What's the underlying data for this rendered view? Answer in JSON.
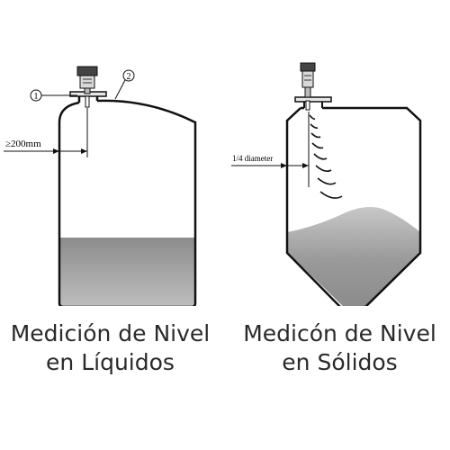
{
  "liquid_diagram": {
    "marker_1": "1",
    "marker_2": "2",
    "distance_label": "≥200mm",
    "caption_line1": "Medición de Nivel",
    "caption_line2": "en Líquidos"
  },
  "solid_diagram": {
    "distance_label": "1/4 diameter",
    "caption_line1": "Medicón de Nivel",
    "caption_line2": "en Sólidos"
  },
  "colors": {
    "outline": "#111111",
    "liquid_fill": "#9a9a9a",
    "solid_fill": "#9a9a9a"
  }
}
